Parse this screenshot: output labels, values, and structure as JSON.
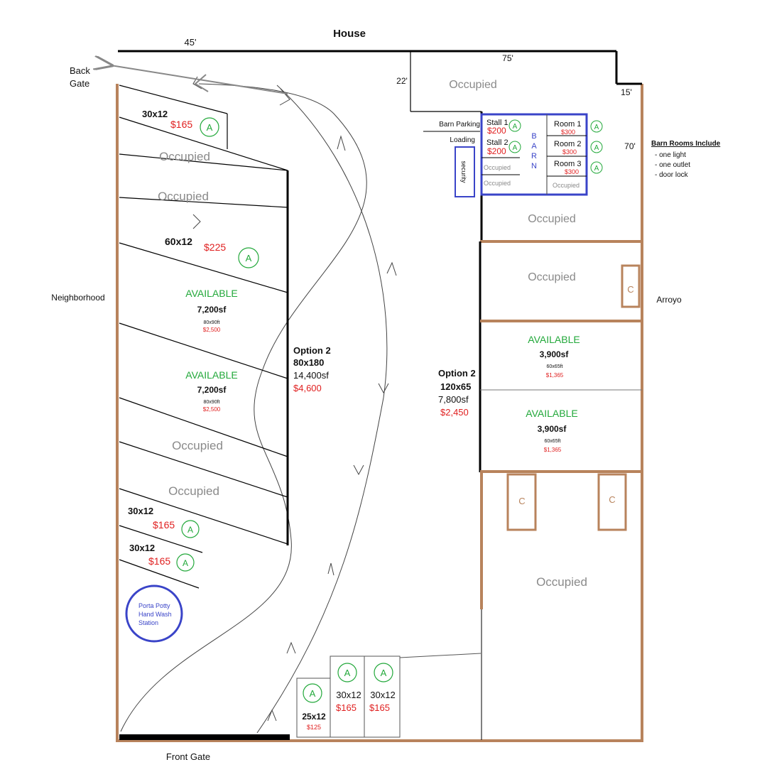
{
  "labels": {
    "house": "House",
    "back_gate": [
      "Back",
      "Gate"
    ],
    "front_gate": "Front Gate",
    "neighborhood": "Neighborhood",
    "arroyo": "Arroyo",
    "dim_45": "45'",
    "dim_75": "75'",
    "dim_22": "22'",
    "dim_15": "15'",
    "dim_70": "70'",
    "barn_parking": "Barn Parking",
    "loading": "Loading",
    "security": "security",
    "barn_word": [
      "B",
      "A",
      "R",
      "N"
    ],
    "porta_potty": [
      "Porta Potty",
      "Hand Wash",
      "Station"
    ]
  },
  "barn_rooms_include": {
    "title": "Barn Rooms Include",
    "items": [
      "- one light",
      "- one outlet",
      "- door lock"
    ]
  },
  "status": {
    "occupied": "Occupied",
    "available": "AVAILABLE",
    "a_marker": "A",
    "c_marker": "C"
  },
  "left_lots": {
    "lot1_size": "30x12",
    "lot1_price": "$165",
    "lot2_size": "60x12",
    "lot2_price": "$225",
    "lot3_area": "7,200sf",
    "lot3_dims": "80x90ft",
    "lot3_price": "$2,500",
    "lot4_area": "7,200sf",
    "lot4_dims": "80x90ft",
    "lot4_price": "$2,500",
    "lot5_size": "30x12",
    "lot5_price": "$165",
    "lot6_size": "30x12",
    "lot6_price": "$165"
  },
  "option_left": {
    "title": "Option 2",
    "dims": "80x180",
    "area": "14,400sf",
    "price": "$4,600"
  },
  "option_right": {
    "title": "Option 2",
    "dims": "120x65",
    "area": "7,800sf",
    "price": "$2,450"
  },
  "barn": {
    "stall1_label": "Stall 1",
    "stall1_price": "$200",
    "stall2_label": "Stall 2",
    "stall2_price": "$200",
    "room1_label": "Room 1",
    "room1_price": "$300",
    "room2_label": "Room 2",
    "room2_price": "$300",
    "room3_label": "Room 3",
    "room3_price": "$300"
  },
  "right_lots": {
    "lot1_area": "3,900sf",
    "lot1_dims": "60x65ft",
    "lot1_price": "$1,365",
    "lot2_area": "3,900sf",
    "lot2_dims": "60x65ft",
    "lot2_price": "$1,365"
  },
  "bottom_lots": {
    "lot1_size": "25x12",
    "lot1_price": "$125",
    "lot2_size": "30x12",
    "lot2_price": "$165",
    "lot3_size": "30x12",
    "lot3_price": "$165"
  },
  "colors": {
    "boundary": "#b8835c",
    "price": "#e02020",
    "available": "#22a83a",
    "barn": "#3a44c8",
    "occupied": "#8a8a8a"
  }
}
